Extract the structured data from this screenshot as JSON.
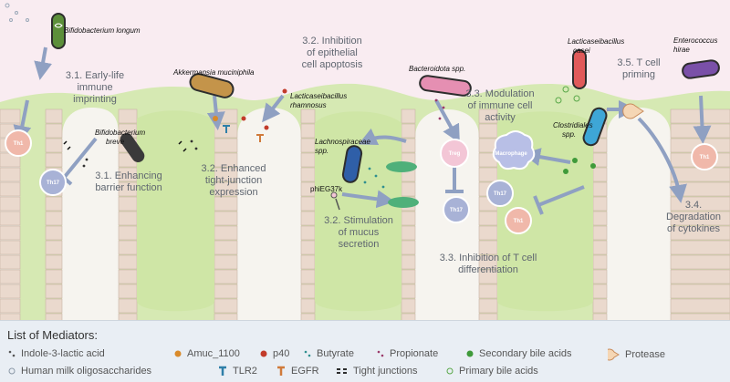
{
  "labels": {
    "l31a": [
      "3.1. Early-life",
      "immune",
      "imprinting"
    ],
    "l31b": [
      "3.1. Enhancing",
      "barrier function"
    ],
    "l32a": [
      "3.2. Inhibition",
      "of epithelial",
      "cell apoptosis"
    ],
    "l32b": [
      "3.2. Enhanced",
      "tight-junction",
      "expression"
    ],
    "l32c": [
      "3.2. Stimulation",
      "of mucus",
      "secretion"
    ],
    "l33a": [
      "3.3. Modulation",
      "of immune cell",
      "activity"
    ],
    "l33b": [
      "3.3. Inhibition of T cell",
      "differentiation"
    ],
    "l34": [
      "3.4.",
      "Degradation",
      "of cytokines"
    ],
    "l35": [
      "3.5.  T cell",
      "priming"
    ]
  },
  "bacteria": {
    "b_longum": "Bifidobacterium longum",
    "b_breve": [
      "Bifidobacterium",
      "breve"
    ],
    "akk": "Akkermansia muciniphila",
    "l_rham": [
      "Lacticaseibacillus",
      "rhamnosus"
    ],
    "bacteroidota": "Bacteroidota spp.",
    "lachno": [
      "Lachnospiraceae",
      "spp."
    ],
    "phage": "phiEG37k",
    "l_casei": [
      "Lacticaseibacillus",
      "casei"
    ],
    "clostridiales": [
      "Clostridiales",
      "spp."
    ],
    "enterococcus": [
      "Enterococcus",
      "hirae"
    ]
  },
  "cells": {
    "th1": "Th1",
    "th17": "Th17",
    "treg": "Treg",
    "macrophage": "Macrophage"
  },
  "legend": {
    "title": "List of Mediators:",
    "items": [
      {
        "label": "Indole-3-lactic acid",
        "icon": "dots-grey"
      },
      {
        "label": "Amuc_1100",
        "icon": "dot-orange"
      },
      {
        "label": "p40",
        "icon": "dot-red"
      },
      {
        "label": "Butyrate",
        "icon": "dots-teal"
      },
      {
        "label": "Propionate",
        "icon": "dots-purple"
      },
      {
        "label": "Secondary bile acids",
        "icon": "dot-green"
      },
      {
        "label": "Protease",
        "icon": "pacman-peach"
      },
      {
        "label": "Human milk oligosaccharides",
        "icon": "ring-grey"
      },
      {
        "label": "TLR2",
        "icon": "tlr2-teal"
      },
      {
        "label": "EGFR",
        "icon": "egfr-orange"
      },
      {
        "label": "Tight junctions",
        "icon": "tight-junction-black"
      },
      {
        "label": "Primary bile acids",
        "icon": "ring-green"
      }
    ]
  },
  "colors": {
    "lumen": "#f7e6ec",
    "mucosa": "#d4e8b0",
    "epithelium": "#e9dcd2",
    "arrow": "#8fa0c2",
    "th": "#a8b2d6",
    "th_red": "#f0b8aa"
  }
}
